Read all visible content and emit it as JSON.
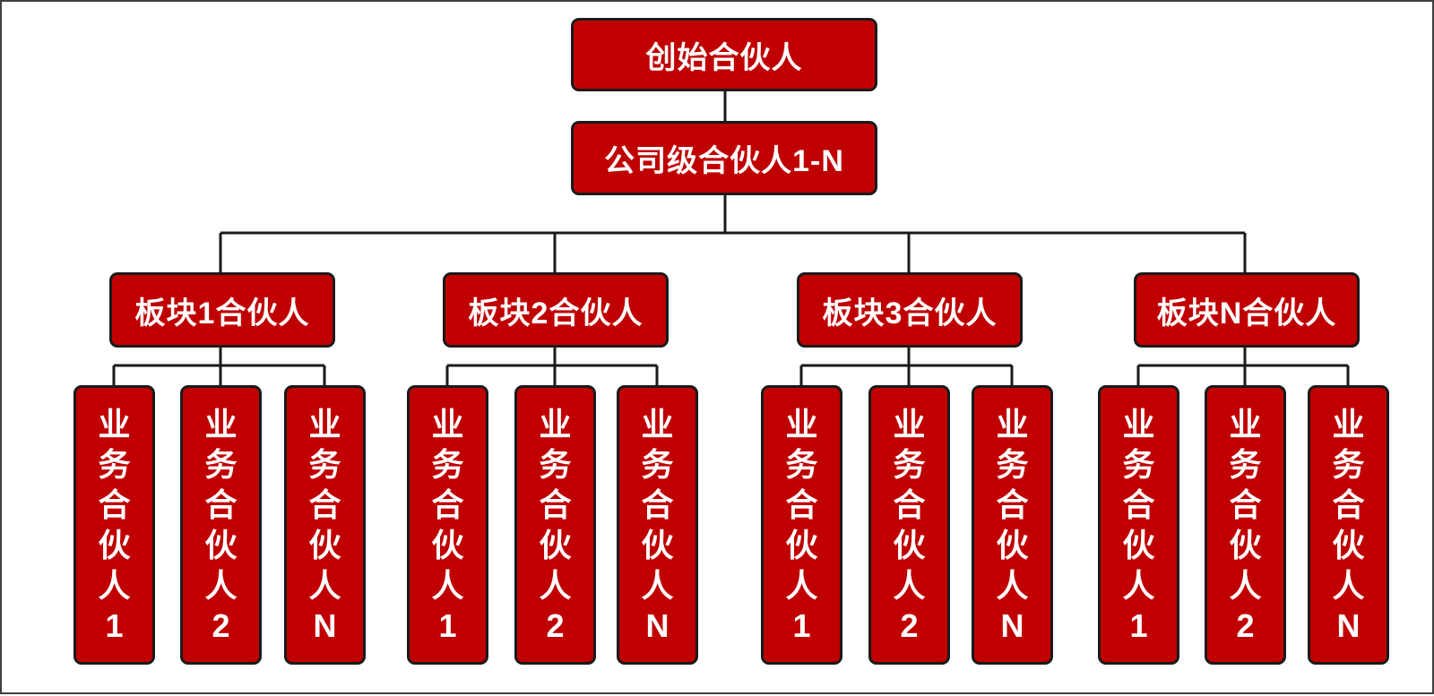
{
  "colors": {
    "node_fill": "#c00000",
    "node_border": "#1a1a1a",
    "text": "#ffffff",
    "line": "#1a1a1a"
  },
  "root": {
    "label": "创始合伙人"
  },
  "company_level": {
    "label": "公司级合伙人1-N"
  },
  "segments": [
    {
      "label": "板块1合伙人",
      "partners": [
        "业务合伙人1",
        "业务合伙人2",
        "业务合伙人N"
      ]
    },
    {
      "label": "板块2合伙人",
      "partners": [
        "业务合伙人1",
        "业务合伙人2",
        "业务合伙人N"
      ]
    },
    {
      "label": "板块3合伙人",
      "partners": [
        "业务合伙人1",
        "业务合伙人2",
        "业务合伙人N"
      ]
    },
    {
      "label": "板块N合伙人",
      "partners": [
        "业务合伙人1",
        "业务合伙人2",
        "业务合伙人N"
      ]
    }
  ]
}
